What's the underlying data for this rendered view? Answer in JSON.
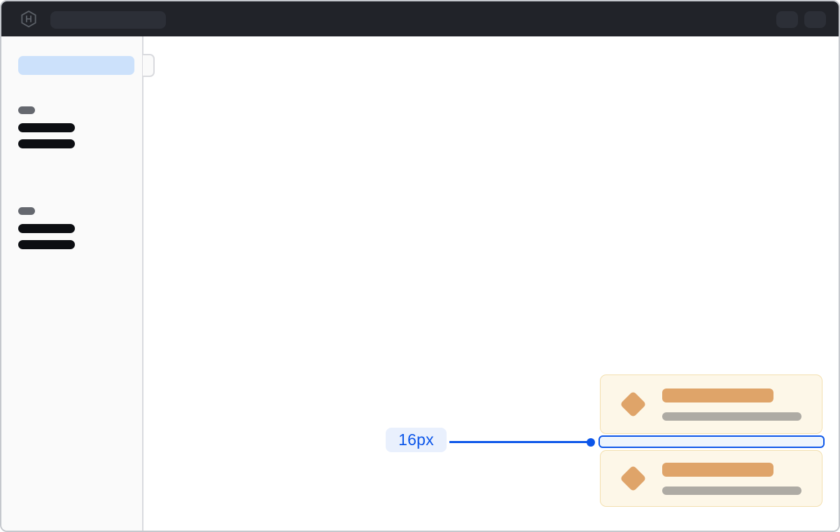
{
  "annotation": {
    "label": "16px",
    "accent_color": "#0c56e9",
    "label_bg": "#e9f0fd",
    "gap_fill": "#eef5fd"
  },
  "navbar": {
    "bg_color": "#212329",
    "logo_icon": "hashicorp-logo",
    "skeletons": {
      "search_bar": "search-bar-skeleton",
      "actions": [
        "nav-action-skeleton",
        "nav-action-skeleton"
      ]
    }
  },
  "sidebar": {
    "bg_color": "#fafafa",
    "active_item_color": "#cce1fb",
    "toggle_handle": "sidebar-collapse-handle",
    "groups": [
      {
        "label": "section-label-skeleton",
        "items": [
          "nav-item-skeleton",
          "nav-item-skeleton"
        ]
      },
      {
        "label": "section-label-skeleton",
        "items": [
          "nav-item-skeleton",
          "nav-item-skeleton"
        ]
      }
    ]
  },
  "cards": {
    "bg_color": "#fdf7e8",
    "border_color": "#f3dfae",
    "icon": "diamond-icon",
    "icon_color": "#dfa469",
    "items": [
      {
        "title": "title-skeleton",
        "subtitle": "subtitle-skeleton"
      },
      {
        "title": "title-skeleton",
        "subtitle": "subtitle-skeleton"
      }
    ]
  }
}
